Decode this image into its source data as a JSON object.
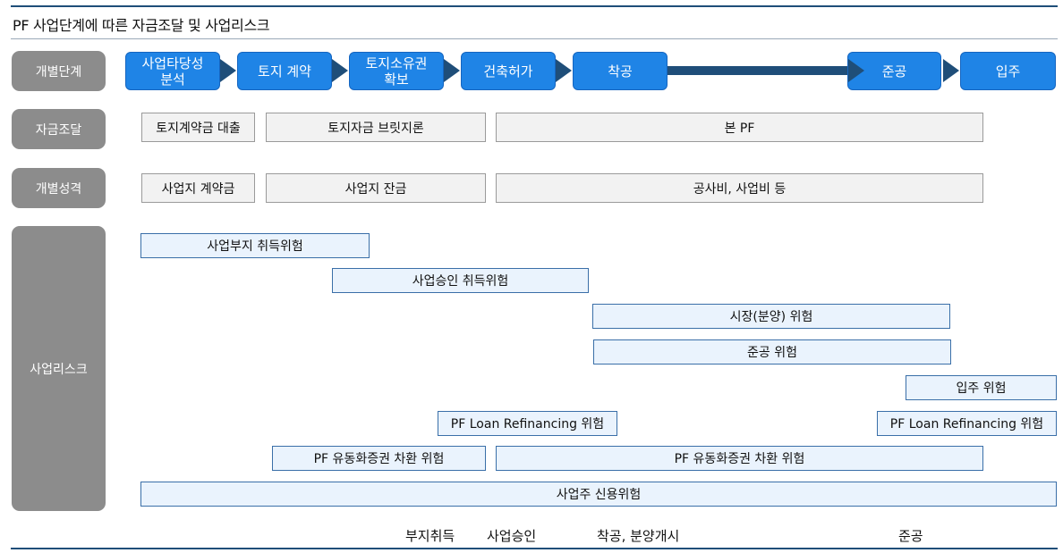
{
  "title": "PF 사업단계에 따른 자금조달 및 사업리스크",
  "row_labels": {
    "stages": "개별단계",
    "funding": "자금조달",
    "nature": "개별성격",
    "risk": "사업리스크"
  },
  "stages": [
    {
      "line1": "사업타당성",
      "line2": "분석"
    },
    {
      "line1": "토지 계약",
      "line2": ""
    },
    {
      "line1": "토지소유권",
      "line2": "확보"
    },
    {
      "line1": "건축허가",
      "line2": ""
    },
    {
      "line1": "착공",
      "line2": ""
    },
    {
      "line1": "준공",
      "line2": ""
    },
    {
      "line1": "입주",
      "line2": ""
    }
  ],
  "funding": [
    "토지계약금 대출",
    "토지자금 브릿지론",
    "본 PF"
  ],
  "nature": [
    "사업지 계약금",
    "사업지 잔금",
    "공사비, 사업비 등"
  ],
  "risks": [
    "사업부지 취득위험",
    "사업승인 취득위험",
    "시장(분양) 위험",
    "준공 위험",
    "입주 위험",
    "PF Loan Refinancing 위험",
    "PF Loan Refinancing 위험",
    "PF 유동화증권 차환 위험",
    "PF 유동화증권 차환 위험",
    "사업주 신용위험"
  ],
  "milestones": [
    "부지취득",
    "사업승인",
    "착공, 분양개시",
    "준공"
  ],
  "colors": {
    "stage_fill": "#1f84e6",
    "arrow": "#1f4e79",
    "row_label_fill": "#8c8c8c",
    "risk_fill": "#eaf3fd",
    "risk_border": "#3a6fa8",
    "funding_fill": "#f2f2f2"
  }
}
